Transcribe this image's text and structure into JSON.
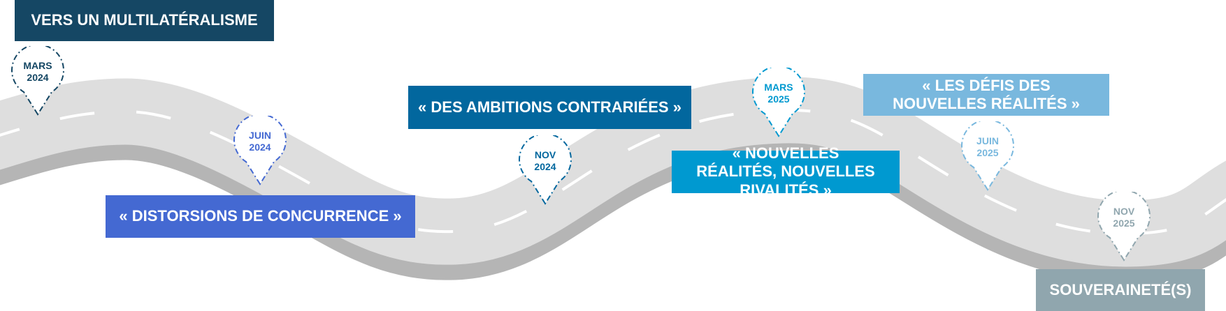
{
  "milestones": [
    {
      "title": "VERS UN MULTILATÉRALISME",
      "month": "MARS",
      "year": "2024",
      "color": "#154764"
    },
    {
      "title": "« DISTORSIONS DE CONCURRENCE »",
      "month": "JUIN",
      "year": "2024",
      "color": "#4469d2"
    },
    {
      "title": "« DES AMBITIONS CONTRARIÉES »",
      "month": "NOV",
      "year": "2024",
      "color": "#02679e"
    },
    {
      "title": "« NOUVELLES RÉALITÉS, NOUVELLES RIVALITÉS »",
      "month": "MARS",
      "year": "2025",
      "color": "#0099d0"
    },
    {
      "title": "« LES DÉFIS DES NOUVELLES RÉALITÉS »",
      "month": "JUIN",
      "year": "2025",
      "color": "#79b8de"
    },
    {
      "title": "SOUVERAINETÉ(S)",
      "month": "NOV",
      "year": "2025",
      "color": "#90a6ae"
    }
  ],
  "road": {
    "surface": "#dedede",
    "shadow": "#b5b5b5",
    "marking": "#ffffff"
  }
}
